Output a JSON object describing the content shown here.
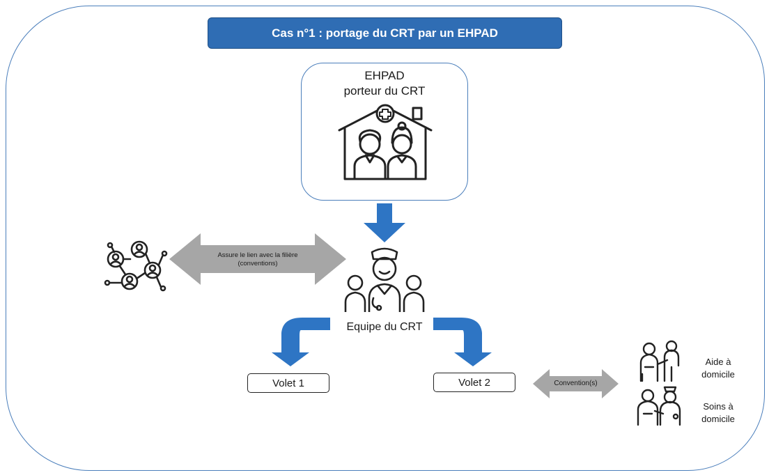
{
  "title": "Cas n°1 : portage du CRT par un EHPAD",
  "ehpad": {
    "line1": "EHPAD",
    "line2": "porteur du CRT"
  },
  "link": {
    "line1": "Assure le lien avec la filière",
    "line2": "(conventions)"
  },
  "team_label": "Equipe du CRT",
  "volet1": "Volet 1",
  "volet2": "Volet 2",
  "convention": "Convention(s)",
  "services": [
    {
      "line1": "Aide à",
      "line2": "domicile"
    },
    {
      "line1": "Soins à",
      "line2": "domicile"
    }
  ],
  "colors": {
    "accent": "#2f6db4",
    "frame": "#4a7ebb",
    "arrow_grey": "#a6a6a6",
    "arrow_blue": "#2e75c4"
  },
  "icons": [
    "house-with-elderly-couple-icon",
    "network-people-icon",
    "nurse-team-icon",
    "home-help-icon",
    "home-care-icon"
  ]
}
